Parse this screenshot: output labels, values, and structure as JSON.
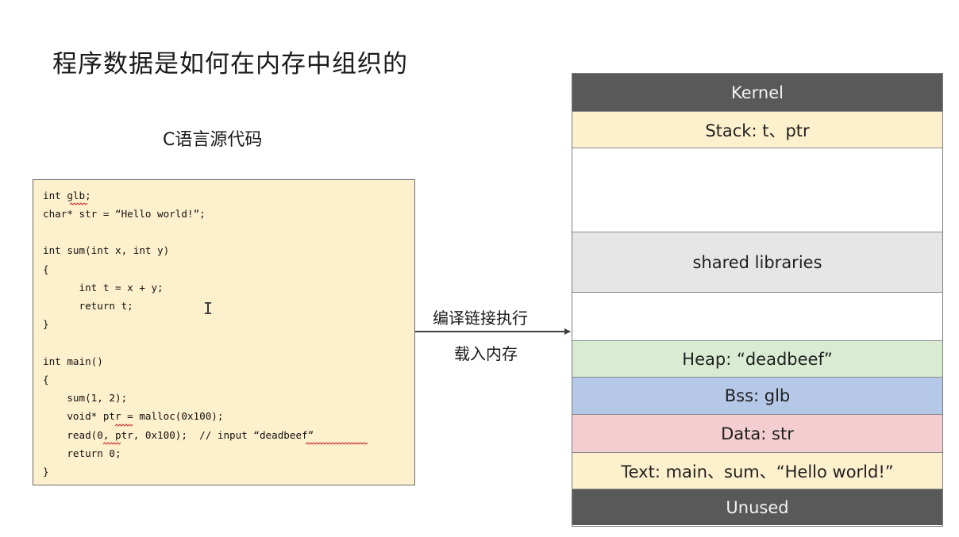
{
  "title": "程序数据是如何在内存中组织的",
  "source_label": "C语言源代码",
  "code_lines": [
    "int glb;",
    "char* str = “Hello world!”;",
    "",
    "int sum(int x, int y)",
    "{",
    "      int t = x + y;",
    "      return t;",
    "}",
    "",
    "int main()",
    "{",
    "    sum(1, 2);",
    "    void* ptr = malloc(0x100);",
    "    read(0, ptr, 0x100);  // input “deadbeef”",
    "    return 0;",
    "}"
  ],
  "cursor_glyph": "I",
  "arrow": {
    "label_top": "编译链接执行",
    "label_bottom": "载入内存"
  },
  "memory_segments": [
    {
      "name": "kernel",
      "label": "Kernel",
      "color": "#595959"
    },
    {
      "name": "stack",
      "label": "Stack: t、ptr",
      "color": "#fdf0cc"
    },
    {
      "name": "gap-stack",
      "label": "",
      "color": "#ffffff"
    },
    {
      "name": "shared-libraries",
      "label": "shared libraries",
      "color": "#e6e6e6"
    },
    {
      "name": "gap-heap",
      "label": "",
      "color": "#ffffff"
    },
    {
      "name": "heap",
      "label": "Heap: “deadbeef”",
      "color": "#d9ecd3"
    },
    {
      "name": "bss",
      "label": "Bss: glb",
      "color": "#b5c8e8"
    },
    {
      "name": "data",
      "label": "Data: str",
      "color": "#f3cdd0"
    },
    {
      "name": "text",
      "label": "Text: main、sum、“Hello world!”",
      "color": "#fdf0cc"
    },
    {
      "name": "unused",
      "label": "Unused",
      "color": "#595959"
    }
  ],
  "colors": {
    "code_background": "#fdf0cc",
    "arrow": "#404040",
    "squiggle": "#cc3333"
  }
}
